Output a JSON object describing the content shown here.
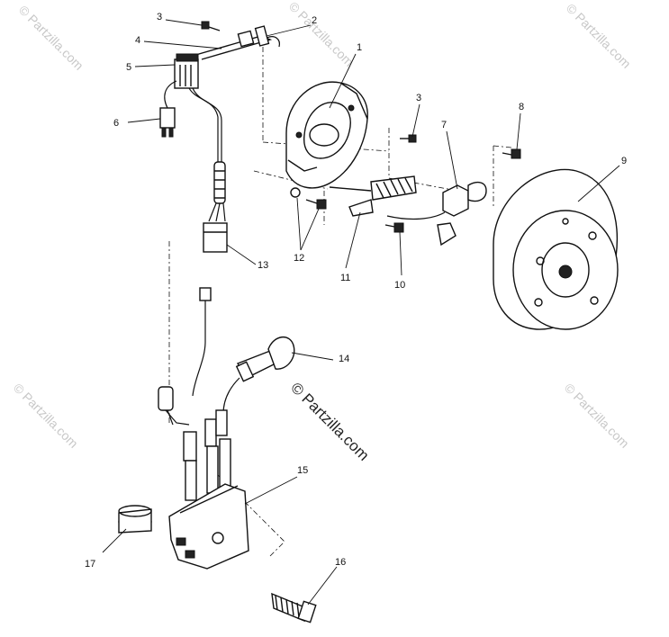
{
  "watermarks": {
    "center": "© Partzilla.com",
    "corner": "© Partzilla.com"
  },
  "callouts": [
    {
      "id": "1",
      "label": "1"
    },
    {
      "id": "2",
      "label": "2"
    },
    {
      "id": "3a",
      "label": "3"
    },
    {
      "id": "3b",
      "label": "3"
    },
    {
      "id": "4",
      "label": "4"
    },
    {
      "id": "5",
      "label": "5"
    },
    {
      "id": "6",
      "label": "6"
    },
    {
      "id": "7",
      "label": "7"
    },
    {
      "id": "8",
      "label": "8"
    },
    {
      "id": "9",
      "label": "9"
    },
    {
      "id": "10",
      "label": "10"
    },
    {
      "id": "11",
      "label": "11"
    },
    {
      "id": "12",
      "label": "12"
    },
    {
      "id": "13",
      "label": "13"
    },
    {
      "id": "14",
      "label": "14"
    },
    {
      "id": "15",
      "label": "15"
    },
    {
      "id": "16",
      "label": "16"
    },
    {
      "id": "17",
      "label": "17"
    }
  ],
  "colors": {
    "line": "#111111",
    "watermark": "#c8c8c8",
    "background": "#ffffff"
  }
}
